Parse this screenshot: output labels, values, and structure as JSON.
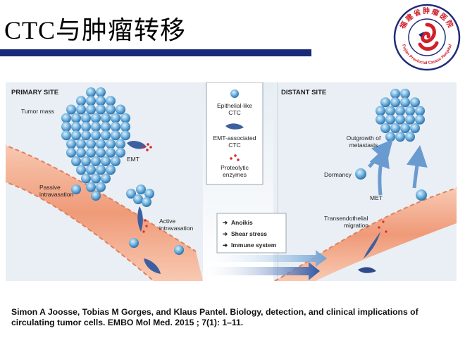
{
  "slide": {
    "title": "CTC与肿瘤转移",
    "citation": "Simon A Joosse, Tobias M Gorges, and Klaus Pantel. Biology, detection, and clinical implications of circulating tumor cells. EMBO Mol Med. 2015 ; 7(1): 1–11."
  },
  "logo": {
    "text_top": "福建省肿瘤医院",
    "text_bottom": "Fujian Provincial Cancer Hospital",
    "colors": {
      "ring": "#1f2b7a",
      "mark": "#d0202a"
    }
  },
  "figure": {
    "primary_site": "PRIMARY SITE",
    "distant_site": "DISTANT SITE",
    "tumor_mass": "Tumor mass",
    "emt": "EMT",
    "passive": [
      "Passive",
      "intravasation"
    ],
    "active": [
      "Active",
      "intravasation"
    ],
    "legend": {
      "epithelial": [
        "Epithelial-like",
        "CTC"
      ],
      "emt_ctc": [
        "EMT-associated",
        "CTC"
      ],
      "proteolytic": [
        "Proteolytic",
        "enzymes"
      ]
    },
    "barriers": [
      "Anoikis",
      "Shear stress",
      "Immune system"
    ],
    "outgrowth": [
      "Outgrowth of",
      "metastasis"
    ],
    "dormancy": "Dormancy",
    "met": "MET",
    "transendothelial": [
      "Transendothelial",
      "migration"
    ],
    "colors": {
      "vessel": "#f1a98a",
      "cell": "#5ea6d6",
      "enzyme": "#d62a2a",
      "arrow": "#6a9bd0"
    }
  }
}
